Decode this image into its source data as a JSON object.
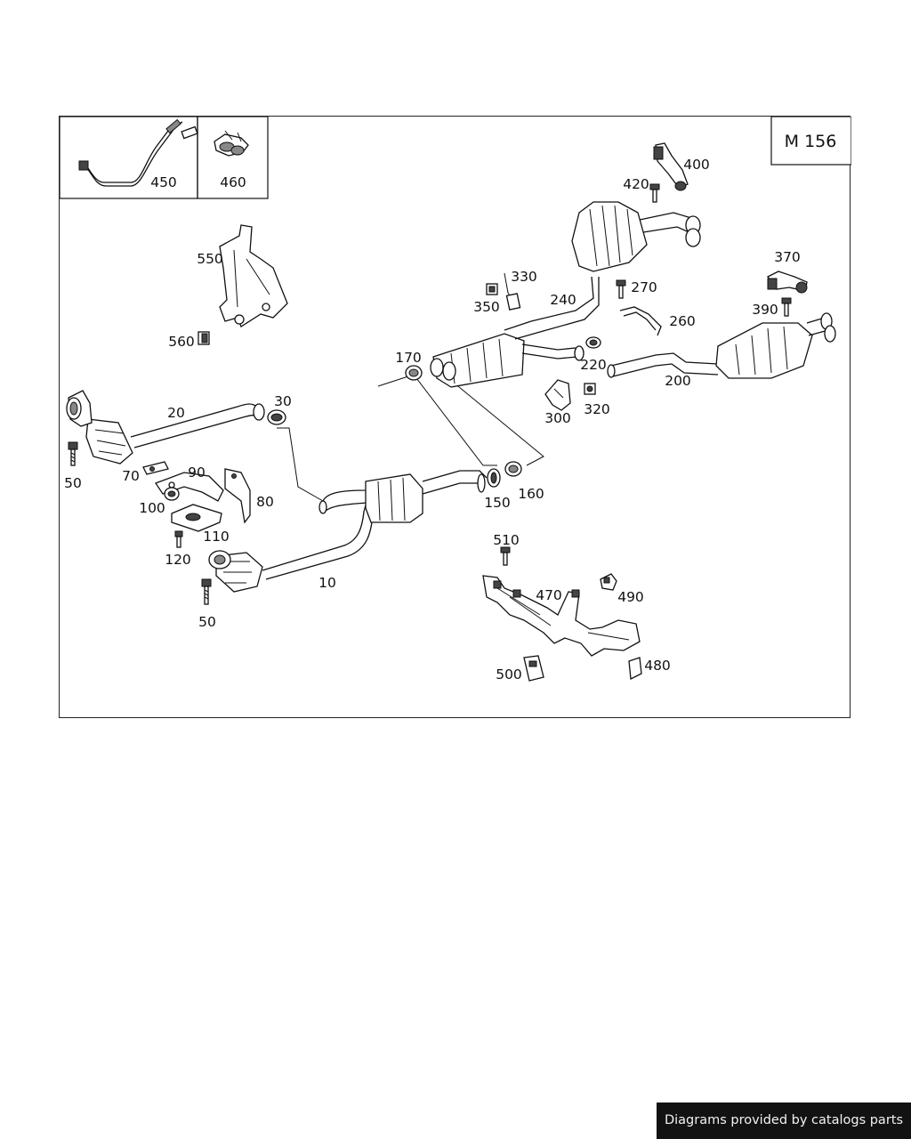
{
  "diagram": {
    "model_code": "M 156",
    "callouts": [
      {
        "id": "c450",
        "text": "450"
      },
      {
        "id": "c460",
        "text": "460"
      },
      {
        "id": "c400",
        "text": "400"
      },
      {
        "id": "c420",
        "text": "420"
      },
      {
        "id": "c370",
        "text": "370"
      },
      {
        "id": "c390",
        "text": "390"
      },
      {
        "id": "c550",
        "text": "550"
      },
      {
        "id": "c560",
        "text": "560"
      },
      {
        "id": "c330",
        "text": "330"
      },
      {
        "id": "c350",
        "text": "350"
      },
      {
        "id": "c240",
        "text": "240"
      },
      {
        "id": "c270",
        "text": "270"
      },
      {
        "id": "c260",
        "text": "260"
      },
      {
        "id": "c170",
        "text": "170"
      },
      {
        "id": "c220",
        "text": "220"
      },
      {
        "id": "c200",
        "text": "200"
      },
      {
        "id": "c300",
        "text": "300"
      },
      {
        "id": "c320",
        "text": "320"
      },
      {
        "id": "c20",
        "text": "20"
      },
      {
        "id": "c30",
        "text": "30"
      },
      {
        "id": "c50a",
        "text": "50"
      },
      {
        "id": "c70",
        "text": "70"
      },
      {
        "id": "c90",
        "text": "90"
      },
      {
        "id": "c100",
        "text": "100"
      },
      {
        "id": "c80",
        "text": "80"
      },
      {
        "id": "c110",
        "text": "110"
      },
      {
        "id": "c120",
        "text": "120"
      },
      {
        "id": "c150",
        "text": "150"
      },
      {
        "id": "c160",
        "text": "160"
      },
      {
        "id": "c10",
        "text": "10"
      },
      {
        "id": "c50b",
        "text": "50"
      },
      {
        "id": "c510",
        "text": "510"
      },
      {
        "id": "c470",
        "text": "470"
      },
      {
        "id": "c490",
        "text": "490"
      },
      {
        "id": "c480",
        "text": "480"
      },
      {
        "id": "c500",
        "text": "500"
      }
    ]
  },
  "footer": {
    "credit": "Diagrams provided by catalogs parts"
  }
}
